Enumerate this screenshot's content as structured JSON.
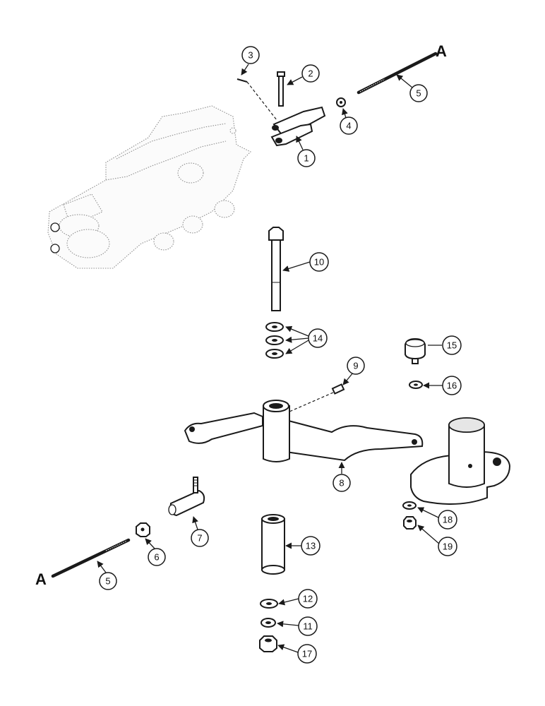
{
  "reference_letters": {
    "top": "A",
    "bottom": "A"
  },
  "callouts": {
    "c1": "1",
    "c2": "2",
    "c3": "3",
    "c4": "4",
    "c5a": "5",
    "c5b": "5",
    "c6": "6",
    "c7": "7",
    "c8": "8",
    "c9": "9",
    "c10": "10",
    "c11": "11",
    "c12": "12",
    "c13": "13",
    "c14": "14",
    "c15": "15",
    "c16": "16",
    "c17": "17",
    "c18": "18",
    "c19": "19"
  }
}
